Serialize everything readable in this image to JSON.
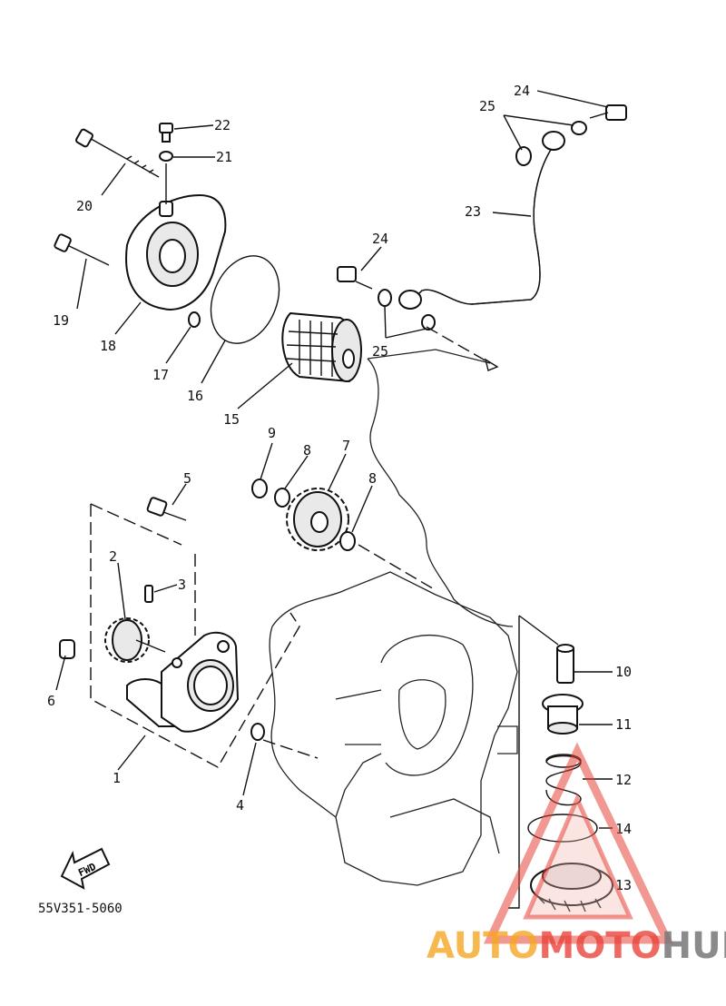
{
  "diagram": {
    "drawing_code": "55V351-5060",
    "callouts": {
      "c1": "1",
      "c2": "2",
      "c3": "3",
      "c4": "4",
      "c5": "5",
      "c6": "6",
      "c7": "7",
      "c8a": "8",
      "c8b": "8",
      "c9": "9",
      "c10": "10",
      "c11": "11",
      "c12": "12",
      "c13": "13",
      "c14": "14",
      "c15": "15",
      "c16": "16",
      "c17": "17",
      "c18": "18",
      "c19": "19",
      "c20": "20",
      "c21": "21",
      "c22": "22",
      "c23": "23",
      "c24a": "24",
      "c24b": "24",
      "c25a": "25",
      "c25b": "25"
    },
    "fwd_label": "FWD"
  },
  "watermark": {
    "part1": "AUTO",
    "part2": "MOTO",
    "part3": "HUB",
    "color_orange": "#f5a623",
    "color_red": "#e8433a",
    "color_gray": "#777777"
  }
}
